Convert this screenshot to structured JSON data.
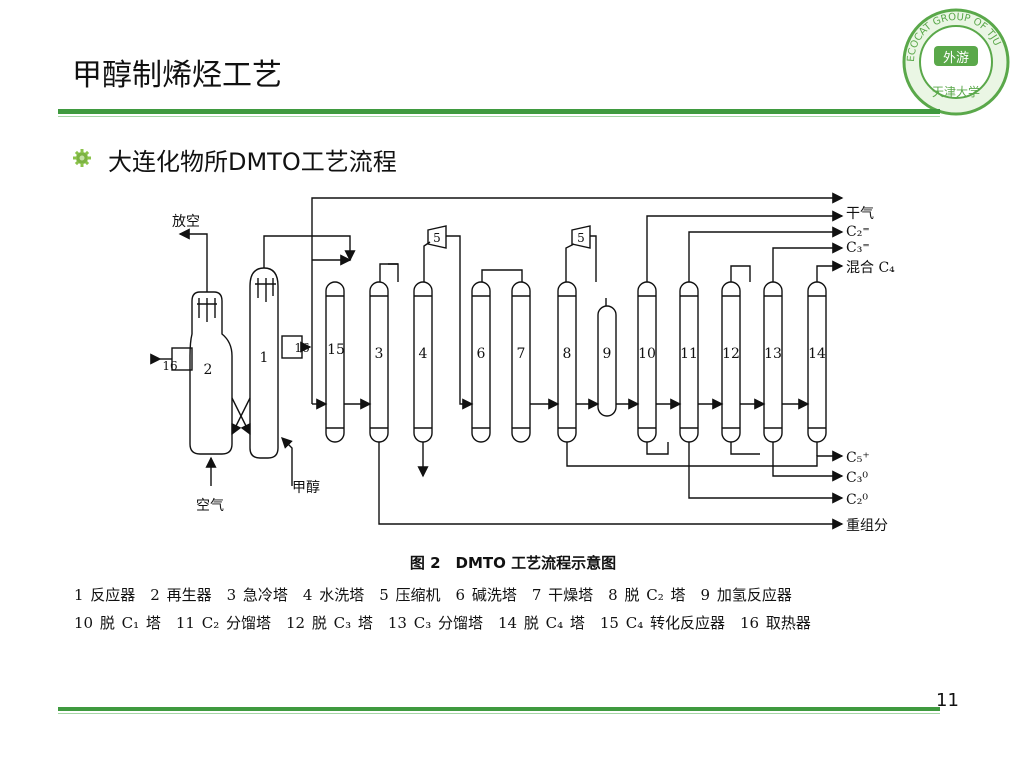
{
  "slide": {
    "title": "甲醇制烯烃工艺",
    "subtitle": "大连化物所DMTO工艺流程",
    "page_number": "11"
  },
  "logo": {
    "ring_text": "ECOCAT GROUP OF TJU",
    "seal_text": "外游",
    "bottom_text": "天津大学",
    "color": "#5aa84a"
  },
  "diagram": {
    "caption": "图 2　DMTO 工艺流程示意图",
    "outlets": {
      "dry_gas": "干气",
      "c2_eq": "C₂⁼",
      "c3_eq": "C₃⁼",
      "mixed_c4": "混合 C₄",
      "c5_plus": "C₅⁺",
      "c3_0": "C₃⁰",
      "c2_0": "C₂⁰",
      "heavy": "重组分"
    },
    "inlets": {
      "vent": "放空",
      "air": "空气",
      "methanol": "甲醇"
    },
    "units": {
      "u1": "1",
      "u2": "2",
      "u3": "3",
      "u4": "4",
      "u5a": "5",
      "u5b": "5",
      "u6": "6",
      "u7": "7",
      "u8": "8",
      "u9": "9",
      "u10": "10",
      "u11": "11",
      "u12": "12",
      "u13": "13",
      "u14": "14",
      "u15": "15",
      "u16a": "16",
      "u16b": "16"
    },
    "legend_row_1": "1 反应器　2 再生器　3 急冷塔　4 水洗塔　5 压缩机　6 碱洗塔　7 干燥塔　8 脱 C₂ 塔　9 加氢反应器",
    "legend_row_2": "10 脱 C₁ 塔　11 C₂ 分馏塔　12 脱 C₃ 塔　13 C₃ 分馏塔　14 脱 C₄ 塔　15 C₄ 转化反应器　16 取热器"
  },
  "colors": {
    "accent_green": "#3f9a3f",
    "line": "#111111"
  }
}
